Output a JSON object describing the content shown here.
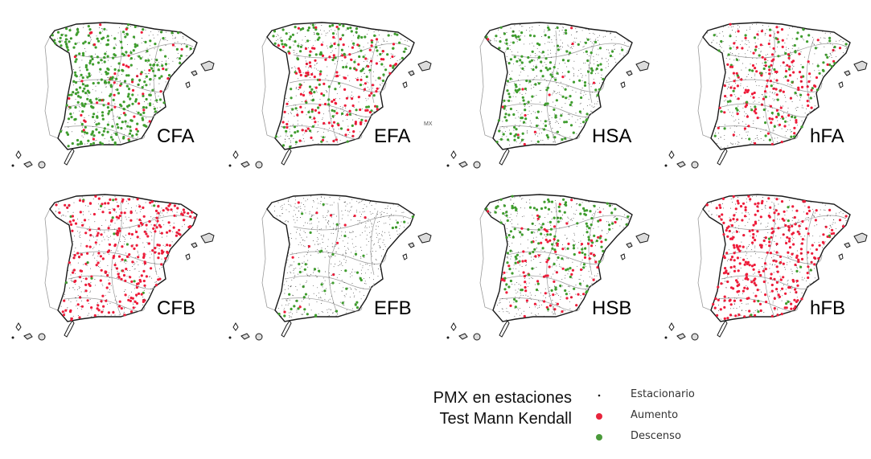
{
  "figure": {
    "panels": [
      {
        "label": "CFA",
        "trend": {
          "stationary": 0.45,
          "increase": 0.07,
          "decrease": 0.48
        },
        "red_bias": "east",
        "green_bias": "west"
      },
      {
        "label": "EFA",
        "trend": {
          "stationary": 0.55,
          "increase": 0.25,
          "decrease": 0.2
        },
        "red_bias": "center",
        "green_bias": "north",
        "extra_text": "MX"
      },
      {
        "label": "HSA",
        "trend": {
          "stationary": 0.72,
          "increase": 0.03,
          "decrease": 0.25
        },
        "red_bias": "none",
        "green_bias": "west"
      },
      {
        "label": "hFA",
        "trend": {
          "stationary": 0.62,
          "increase": 0.25,
          "decrease": 0.13
        },
        "red_bias": "center",
        "green_bias": "east"
      },
      {
        "label": "CFB",
        "trend": {
          "stationary": 0.58,
          "increase": 0.38,
          "decrease": 0.04
        },
        "red_bias": "east",
        "green_bias": "none"
      },
      {
        "label": "EFB",
        "trend": {
          "stationary": 0.88,
          "increase": 0.04,
          "decrease": 0.08
        },
        "red_bias": "none",
        "green_bias": "south"
      },
      {
        "label": "HSB",
        "trend": {
          "stationary": 0.64,
          "increase": 0.16,
          "decrease": 0.2
        },
        "red_bias": "center",
        "green_bias": "north"
      },
      {
        "label": "hFB",
        "trend": {
          "stationary": 0.57,
          "increase": 0.4,
          "decrease": 0.03
        },
        "red_bias": "west",
        "green_bias": "none"
      }
    ]
  },
  "caption": {
    "line1": "PMX en estaciones",
    "line2": "Test Mann Kendall"
  },
  "legend": {
    "items": [
      {
        "label": "Estacionario",
        "symbol": "small-dot",
        "color": "#1a1a1a"
      },
      {
        "label": "Aumento",
        "symbol": "red-dot",
        "color": "#e8243c"
      },
      {
        "label": "Descenso",
        "symbol": "green-dot",
        "color": "#4a9a3a"
      }
    ]
  },
  "colors": {
    "increase": "#ee1c3a",
    "decrease": "#3f9d2e",
    "stationary": "#333333",
    "outline": "#1a1a1a",
    "basin_lines": "#9a9a9a",
    "portugal_outline": "#9a9a9a"
  }
}
